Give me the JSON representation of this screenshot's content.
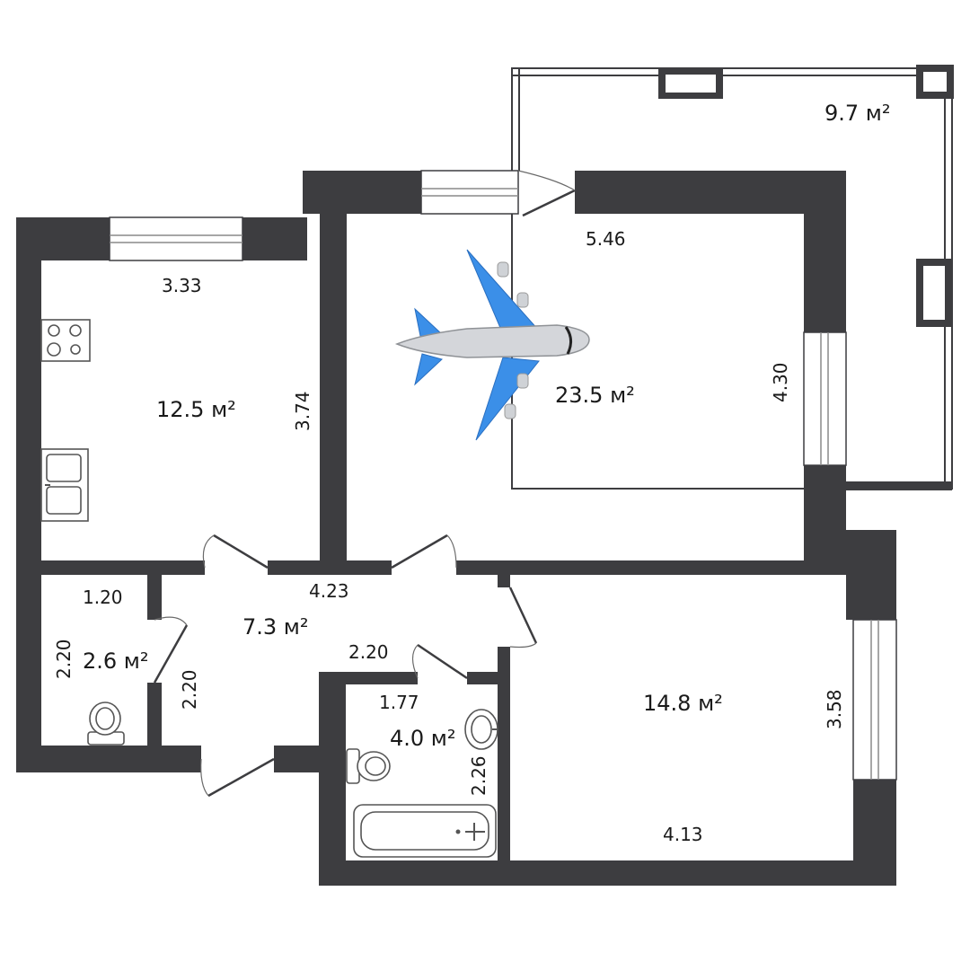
{
  "colors": {
    "wall": "#3d3d40",
    "background": "#ffffff",
    "plane_body": "#cfd2d6",
    "plane_wing": "#3b8fe8"
  },
  "icons": {
    "center_icon": "airplane-icon"
  },
  "rooms": {
    "balcony": {
      "area": "9.7 м²"
    },
    "living_room": {
      "area": "23.5 м²",
      "width": "5.46",
      "depth": "4.30"
    },
    "kitchen": {
      "area": "12.5 м²",
      "width": "3.33",
      "depth": "3.74"
    },
    "hallway": {
      "area": "7.3 м²",
      "width": "4.23",
      "depth": "2.20",
      "side": "2.20"
    },
    "toilet": {
      "area": "2.6 м²",
      "width": "1.20",
      "depth": "2.20"
    },
    "bathroom": {
      "area": "4.0 м²",
      "width": "1.77",
      "depth": "2.26"
    },
    "bedroom": {
      "area": "14.8 м²",
      "width": "4.13",
      "depth": "3.58"
    }
  }
}
